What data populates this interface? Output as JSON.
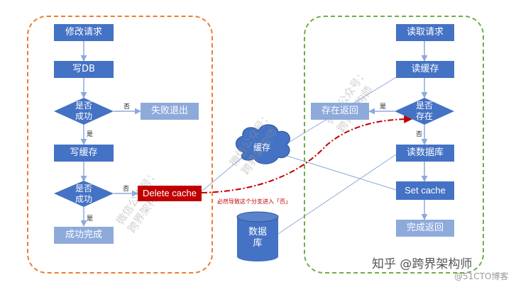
{
  "left": {
    "modify_request": "修改请求",
    "write_db": "写DB",
    "success_q1": [
      "是否",
      "成功"
    ],
    "no_1": "否",
    "fail_exit": "失败退出",
    "yes_1": "是",
    "write_cache": "写缓存",
    "success_q2": [
      "是否",
      "成功"
    ],
    "no_2": "否",
    "delete_cache": "Delete cache",
    "yes_2": "是",
    "success_done": "成功完成"
  },
  "right": {
    "read_request": "读取请求",
    "read_cache": "读缓存",
    "exists_q": [
      "是否",
      "存在"
    ],
    "yes": "是",
    "exists_return": "存在返回",
    "no": "否",
    "read_db": "读数据库",
    "set_cache": "Set cache",
    "done_return": "完成返回"
  },
  "middle": {
    "cache": "缓存",
    "database": [
      "数据",
      "库"
    ],
    "note": "必然导致这个分支进入「否」"
  },
  "watermarks": [
    [
      "微信公众号：",
      "跨界架构师"
    ],
    [
      "微信公众号：",
      "跨界架构师"
    ],
    [
      "微信公众号：",
      "跨界架构师"
    ]
  ],
  "branding": {
    "main": "知乎 @跨界架构师",
    "sub": "@51CTO博客"
  },
  "colors": {
    "left_panel": "#ed7d31",
    "right_panel": "#70ad47",
    "node": "#4472c4",
    "node_light": "#8eaadb",
    "delete_cache": "#c00000",
    "cloud": "#4472c4",
    "arrow": "#8eaadb",
    "dashed_arrow": "#c00000"
  }
}
